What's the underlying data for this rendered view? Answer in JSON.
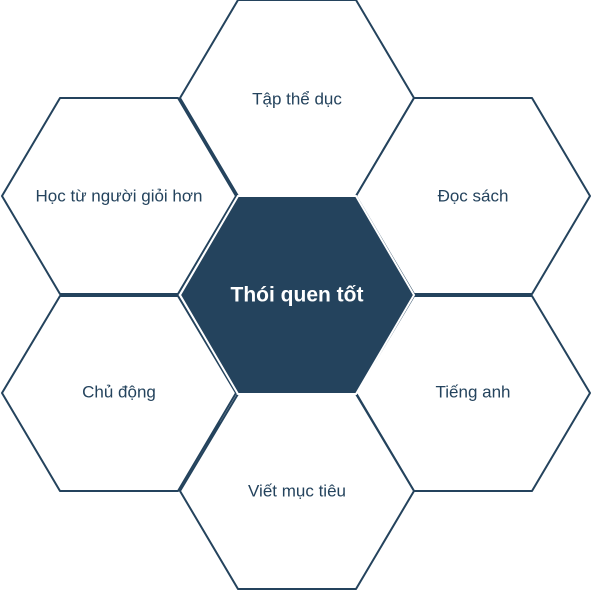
{
  "diagram": {
    "center": {
      "label": "Thói quen tốt"
    },
    "items": [
      {
        "label": "Tập thể dục"
      },
      {
        "label": "Đọc sách"
      },
      {
        "label": "Tiếng anh"
      },
      {
        "label": "Viết mục tiêu"
      },
      {
        "label": "Chủ động"
      },
      {
        "label": "Học từ người giỏi hơn"
      }
    ]
  },
  "colors": {
    "primary": "#24435d",
    "background": "#ffffff"
  }
}
